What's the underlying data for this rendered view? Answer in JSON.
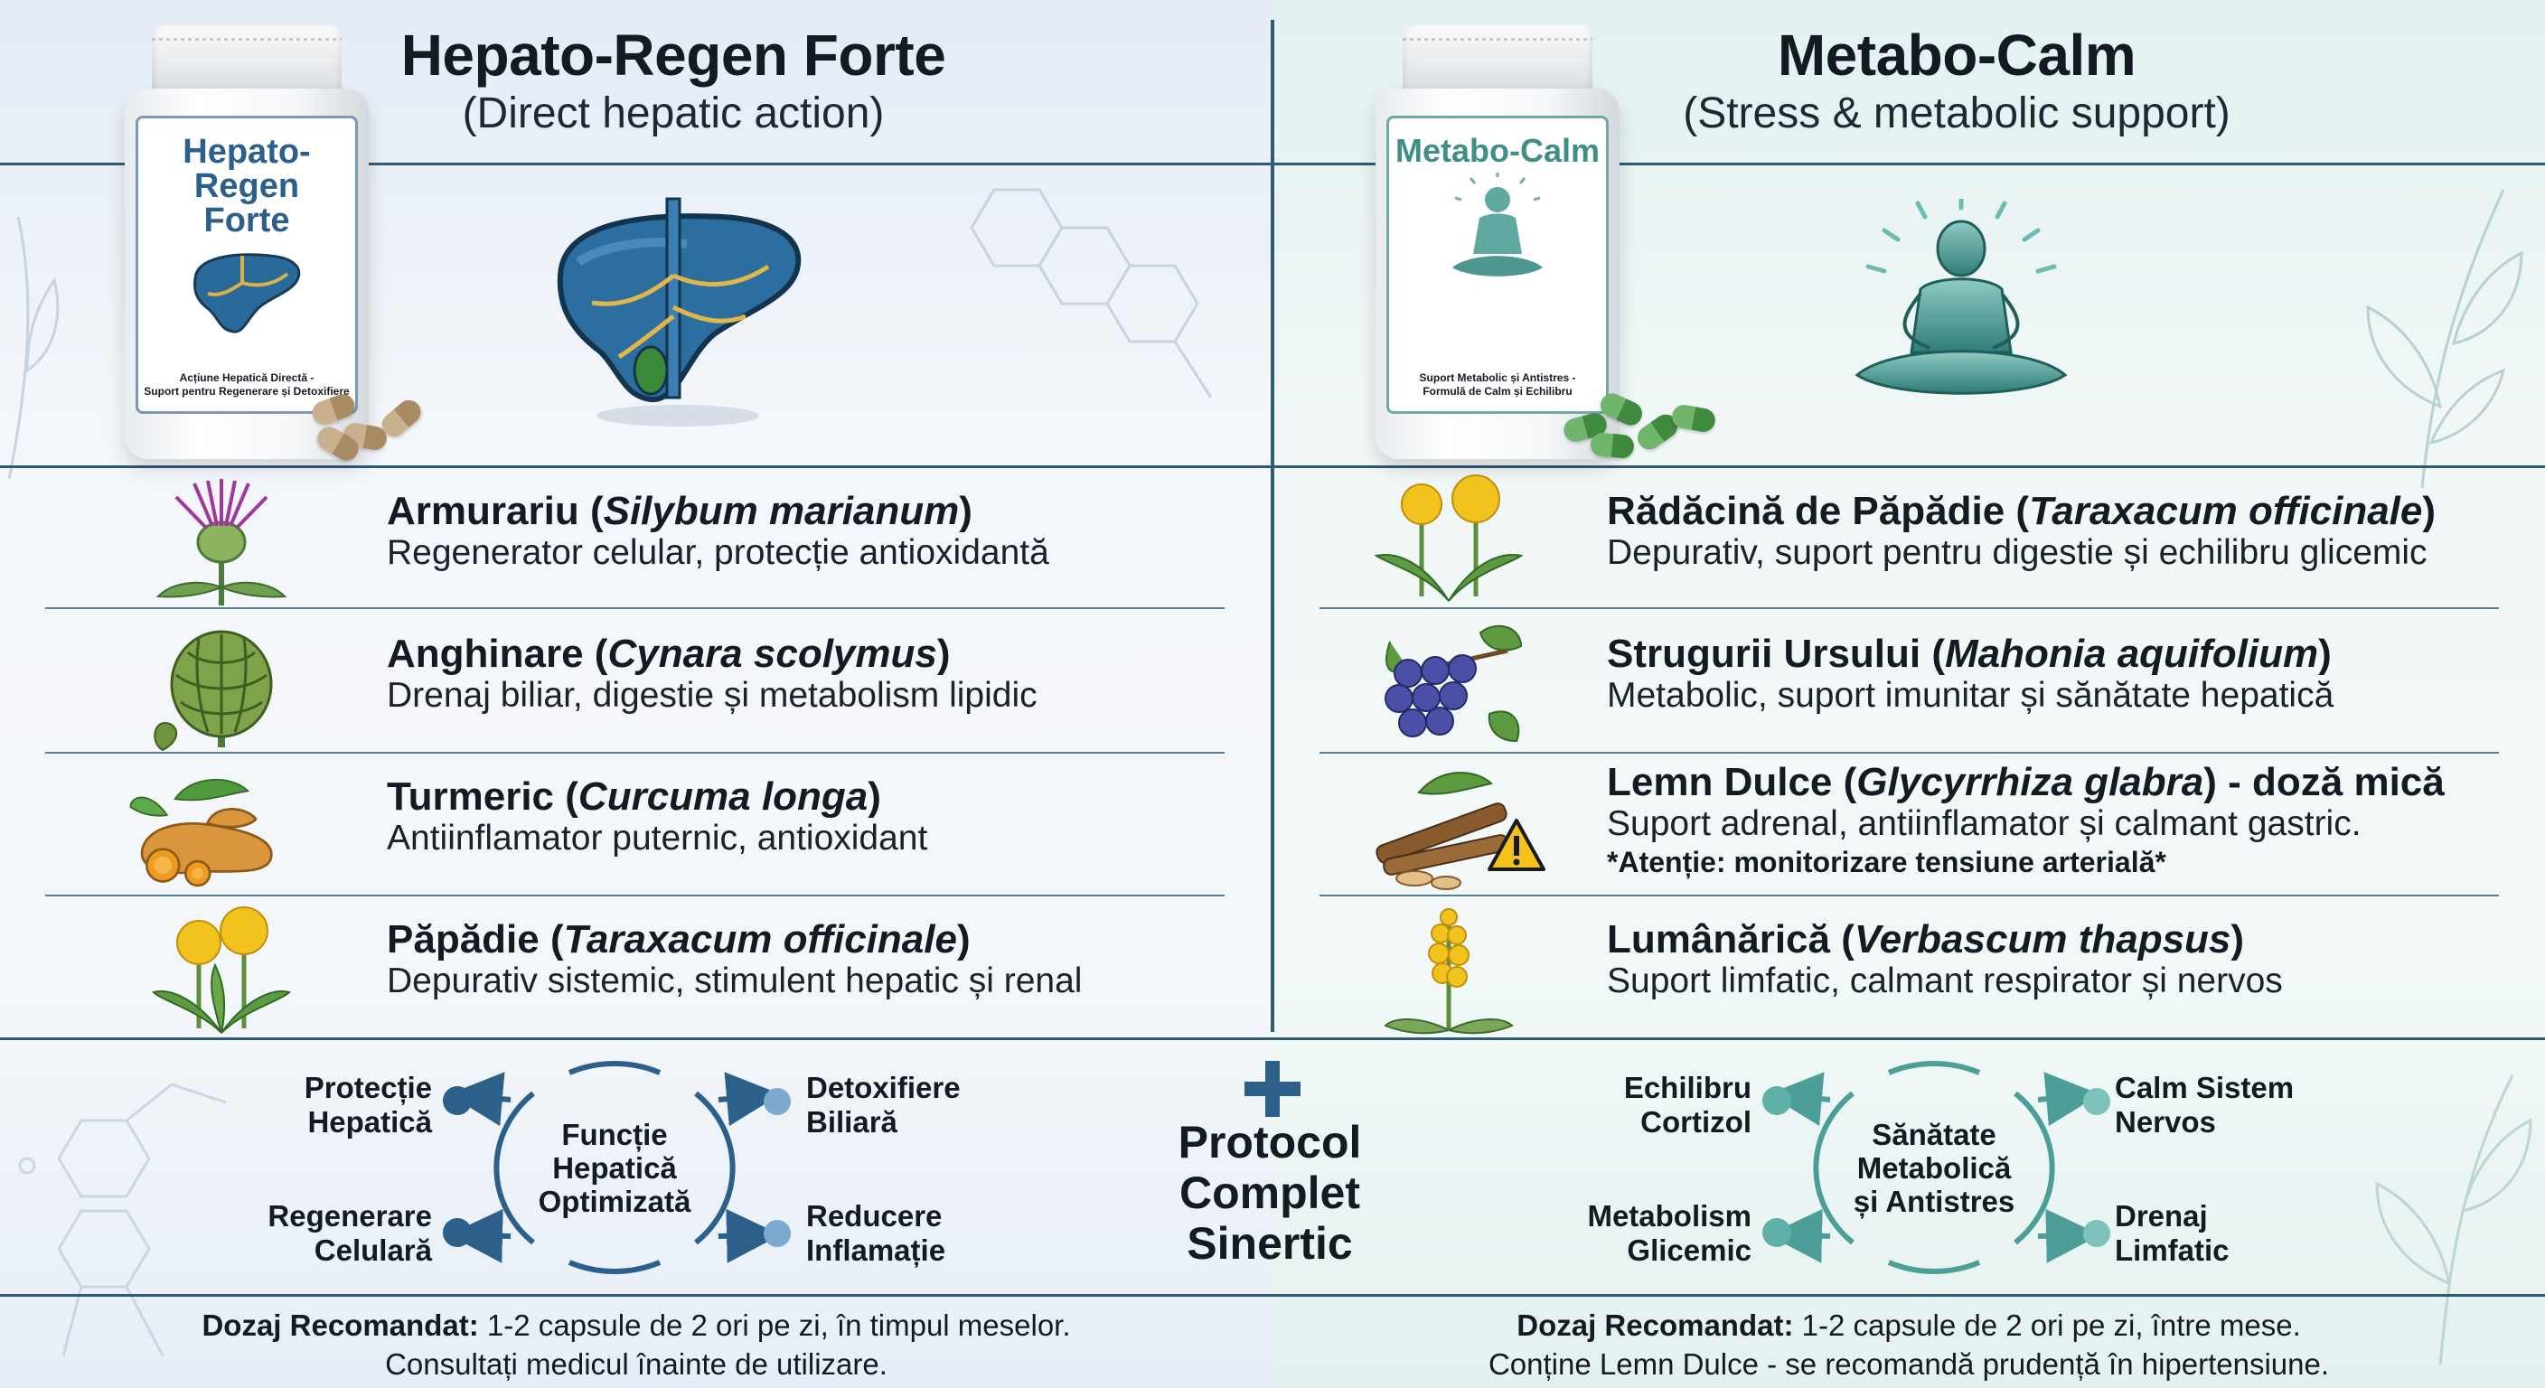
{
  "colors": {
    "divider": "#2f5a74",
    "left_accent": "#2d5f8b",
    "right_accent": "#4c9e98",
    "left_capsule": "#b59b76",
    "right_capsule": "#4f9a4f",
    "warning": "#f4c21b"
  },
  "left": {
    "title": "Hepato-Regen Forte",
    "subtitle": "(Direct hepatic action)",
    "bottle": {
      "name_line1": "Hepato-Regen",
      "name_line2": "Forte",
      "sub_line1": "Acțiune Hepatică Directă -",
      "sub_line2": "Suport pentru Regenerare și Detoxifiere"
    },
    "hero_icon": "liver-icon",
    "ingredients": [
      {
        "name": "Armurariu",
        "latin": "Silybum marianum",
        "desc": "Regenerator celular, protecție antioxidantă",
        "icon": "milk-thistle-icon"
      },
      {
        "name": "Anghinare",
        "latin": "Cynara scolymus",
        "desc": "Drenaj biliar, digestie și metabolism lipidic",
        "icon": "artichoke-icon"
      },
      {
        "name": "Turmeric",
        "latin": "Curcuma longa",
        "desc": "Antiinflamator puternic, antioxidant",
        "icon": "turmeric-icon"
      },
      {
        "name": "Păpădie",
        "latin": "Taraxacum officinale",
        "desc": "Depurativ sistemic, stimulent hepatic și renal",
        "icon": "dandelion-icon"
      }
    ],
    "diagram": {
      "core_line1": "Funcție",
      "core_line2": "Hepatică",
      "core_line3": "Optimizată",
      "tl_line1": "Protecție",
      "tl_line2": "Hepatică",
      "bl_line1": "Regenerare",
      "bl_line2": "Celulară",
      "tr_line1": "Detoxifiere",
      "tr_line2": "Biliară",
      "br_line1": "Reducere",
      "br_line2": "Inflamație"
    },
    "footer": {
      "label": "Dozaj Recomandat:",
      "line1": " 1-2 capsule de 2 ori pe zi, în timpul meselor.",
      "line2": "Consultați medicul înainte de utilizare."
    }
  },
  "right": {
    "title": "Metabo-Calm",
    "subtitle": "(Stress & metabolic support)",
    "bottle": {
      "name_line1": "Metabo-Calm",
      "name_line2": "",
      "sub_line1": "Suport Metabolic și Antistres -",
      "sub_line2": "Formulă de Calm și Echilibru"
    },
    "hero_icon": "meditation-icon",
    "ingredients": [
      {
        "name": "Rădăcină de Păpădie",
        "latin": "Taraxacum officinale",
        "suffix": "",
        "desc": "Depurativ, suport pentru digestie și echilibru glicemic",
        "warn": "",
        "icon": "dandelion-icon"
      },
      {
        "name": "Strugurii Ursului",
        "latin": "Mahonia aquifolium",
        "suffix": "",
        "desc": "Metabolic, suport imunitar și sănătate hepatică",
        "warn": "",
        "icon": "mahonia-berries-icon"
      },
      {
        "name": "Lemn Dulce",
        "latin": "Glycyrrhiza glabra",
        "suffix": " - doză mică",
        "desc": "Suport adrenal, antiinflamator și calmant gastric.",
        "warn": "*Atenție: monitorizare tensiune arterială*",
        "icon": "licorice-root-icon"
      },
      {
        "name": "Lumânărică",
        "latin": "Verbascum thapsus",
        "suffix": "",
        "desc": "Suport limfatic, calmant respirator și nervos",
        "warn": "",
        "icon": "mullein-icon"
      }
    ],
    "diagram": {
      "core_line1": "Sănătate",
      "core_line2": "Metabolică",
      "core_line3": "și Antistres",
      "tl_line1": "Echilibru",
      "tl_line2": "Cortizol",
      "bl_line1": "Metabolism",
      "bl_line2": "Glicemic",
      "tr_line1": "Calm Sistem",
      "tr_line2": "Nervos",
      "br_line1": "Drenaj",
      "br_line2": "Limfatic"
    },
    "footer": {
      "label": "Dozaj Recomandat:",
      "line1": " 1-2 capsule de 2 ori pe zi, între mese.",
      "line2": "Conține Lemn Dulce - se recomandă prudență în hipertensiune."
    }
  },
  "center": {
    "protocol_line1": "Protocol",
    "protocol_line2": "Complet",
    "protocol_line3": "Sinertic",
    "plus_icon": "plus-icon"
  }
}
